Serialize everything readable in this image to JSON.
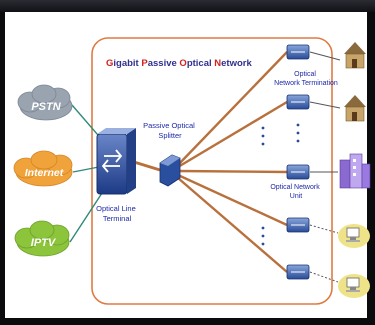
{
  "diagram": {
    "title": {
      "initials": [
        "G",
        "P",
        "O",
        "N"
      ],
      "rest": [
        "igabit ",
        "assive ",
        "ptical ",
        "etwork"
      ]
    },
    "sources": [
      {
        "label": "PSTN",
        "color": "#9aa3b0"
      },
      {
        "label": "Internet",
        "color": "#f0a33a"
      },
      {
        "label": "IPTV",
        "color": "#8cc43c"
      }
    ],
    "olt": {
      "line1": "Optical Line",
      "line2": "Terminal"
    },
    "splitter": {
      "line1": "Passive Optical",
      "line2": "Splitter"
    },
    "ont_label": {
      "line1": "Optical",
      "line2": "Network Termination"
    },
    "onu_label": {
      "line1": "Optical Network",
      "line2": "Unit"
    },
    "device_icon": "onu-box-icon",
    "colors": {
      "frame": "#e07a44",
      "fiber": "#b8703d",
      "title_initials": "#d42020",
      "title_rest": "#303090",
      "label_blue": "#1f2aa6"
    }
  }
}
